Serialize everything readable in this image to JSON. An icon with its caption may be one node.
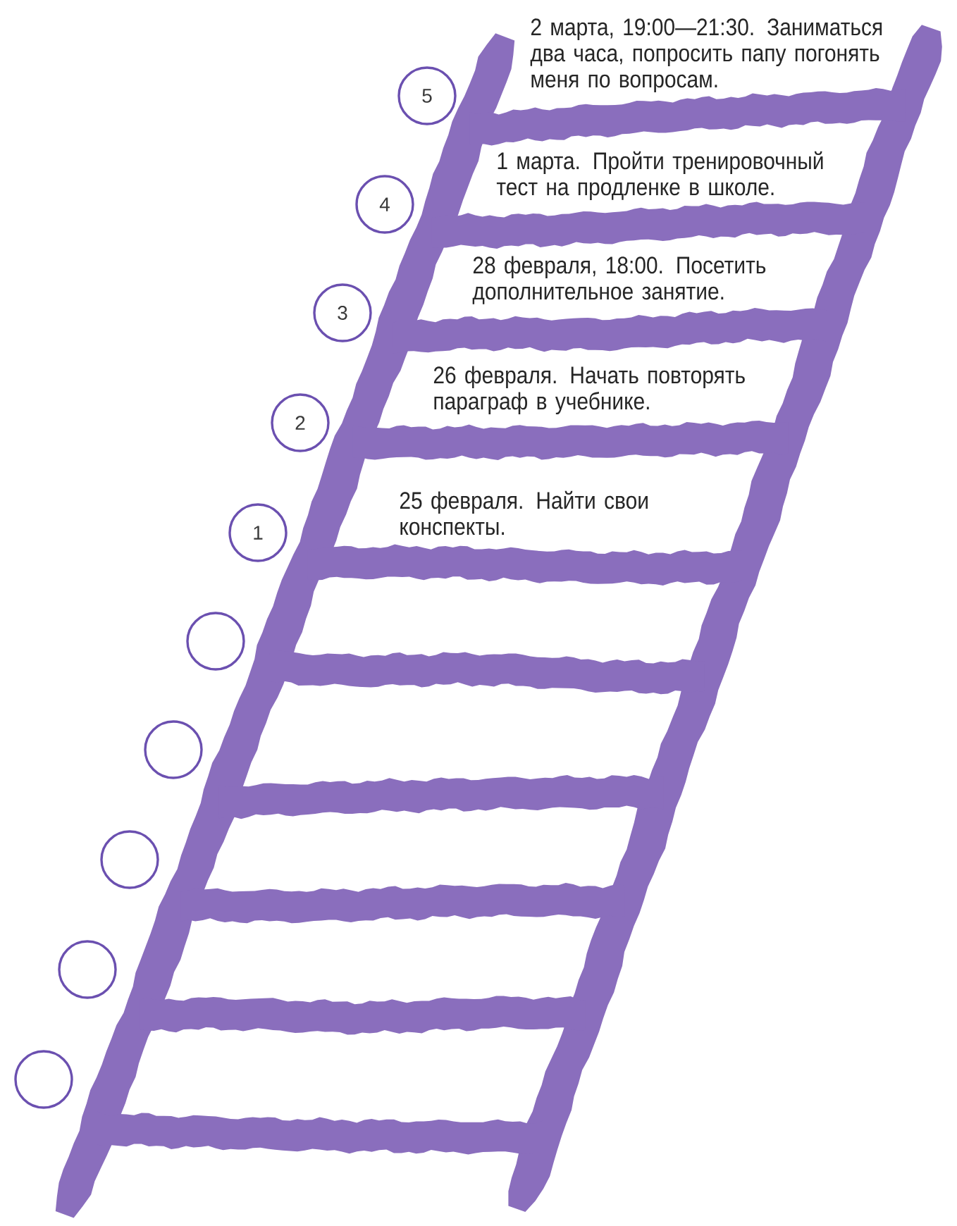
{
  "diagram": {
    "nodes": [
      {
        "text": [
          "5"
        ]
      },
      {
        "text": [
          "4"
        ]
      },
      {
        "text": [
          "3"
        ]
      },
      {
        "text": [
          "2"
        ]
      },
      {
        "text": [
          "1"
        ]
      },
      {
        "text": [],
        "shape": "circle"
      },
      {
        "text": [],
        "shape": "circle"
      },
      {
        "text": [],
        "shape": "circle"
      },
      {
        "text": [],
        "shape": "circle"
      },
      {
        "text": [],
        "shape": "circle"
      }
    ],
    "labels": [
      "2 марта, 19:00—21:30. Заниматься два часа, попросить папу погонять меня по вопросам.",
      "1 марта. Пройти тренировочный тест на продленке в школе.",
      "28 февраля, 18:00. Посетить дополнительное занятие.",
      "26 февраля. Начать повторять параграф в учебнике.",
      "25 февраля. Найти свои конспекты."
    ]
  }
}
